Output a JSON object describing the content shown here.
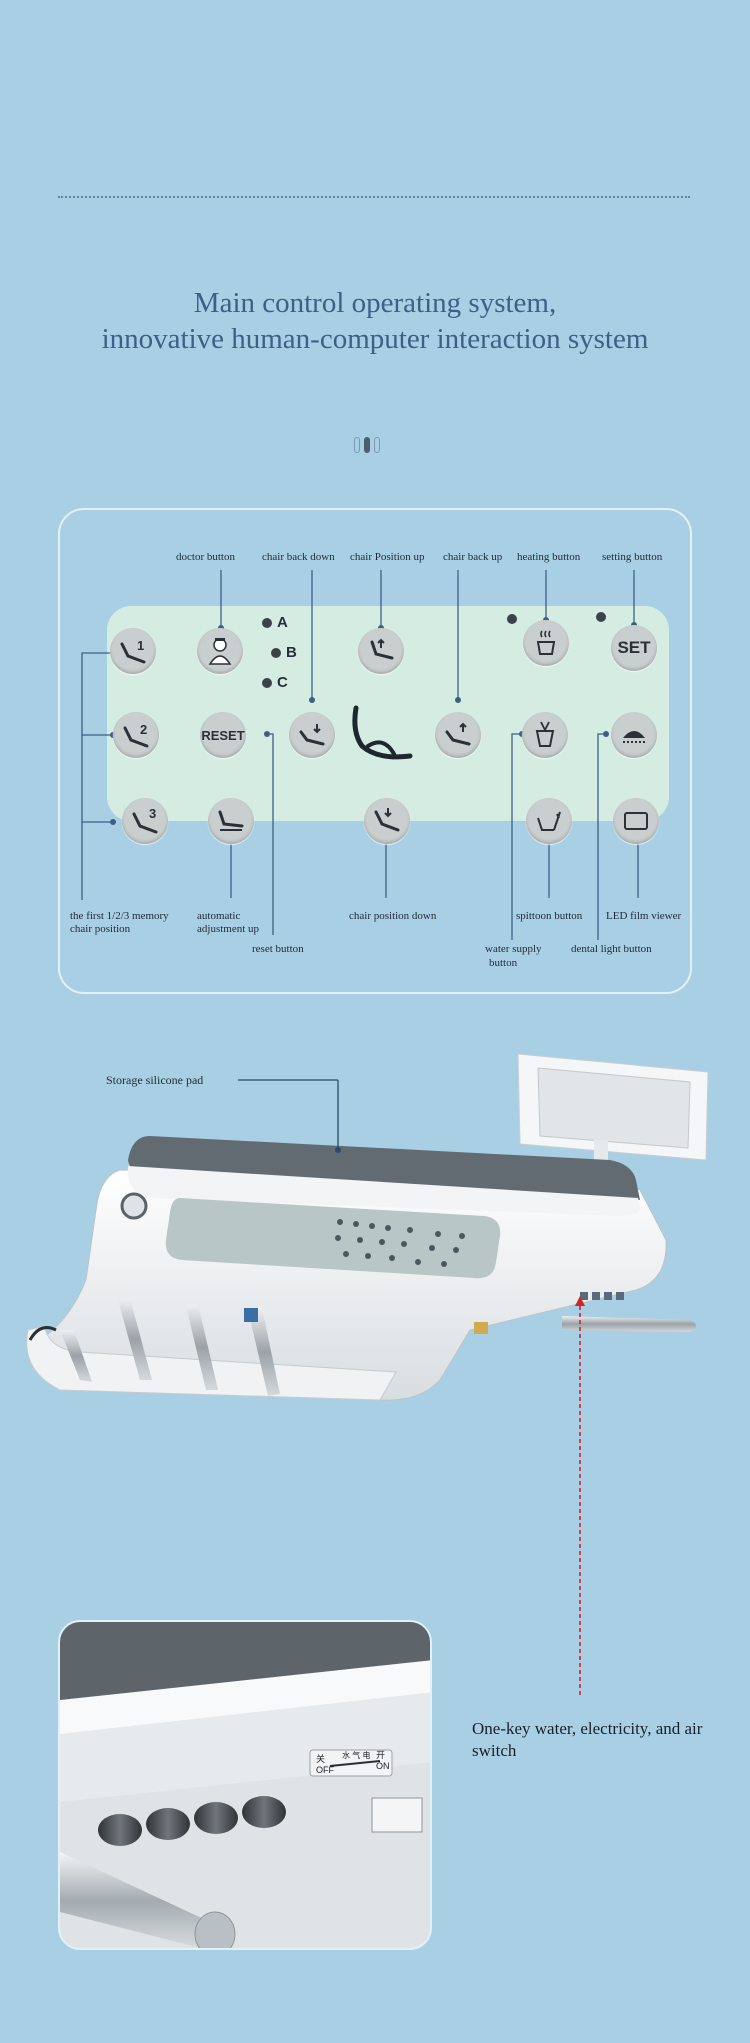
{
  "header": {
    "title_line1": "Main control operating system,",
    "title_line2": "innovative human-computer interaction system"
  },
  "pager": {
    "active_index": 1,
    "count": 3
  },
  "panel": {
    "buttons": {
      "memory1": "1",
      "memory2": "2",
      "memory3": "3",
      "reset": "RESET",
      "set": "SET"
    },
    "presets": [
      "A",
      "B",
      "C"
    ],
    "labels": {
      "doctor": "doctor button",
      "back_down": "chair back down",
      "pos_up": "chair Position up",
      "back_up": "chair back up",
      "heating": "heating button",
      "setting": "setting button",
      "memory_line1": "the first 1/2/3 memory",
      "memory_line2": "chair position",
      "auto_line1": "automatic",
      "auto_line2": "adjustment up",
      "reset": "reset button",
      "pos_down": "chair position down",
      "spittoon": "spittoon button",
      "led": "LED film viewer",
      "water_line1": "water supply",
      "water_line2": "button",
      "dental_light": "dental light button"
    }
  },
  "product": {
    "storage_label": "Storage silicone pad",
    "switch_label": "One-key water, electricity, and air switch",
    "switch_off": "关",
    "switch_off_en": "OFF",
    "switch_mid": "水 气 电",
    "switch_on": "开",
    "switch_on_en": "ON"
  },
  "colors": {
    "background": "#a9cfe5",
    "title": "#3e5f86",
    "panel_pad": "#d5ece3",
    "leader": "#3d5f85",
    "red_leader": "#d0262b"
  },
  "icons": [
    "doctor-icon",
    "chair-back-down-icon",
    "chair-up-icon",
    "heating-icon",
    "dental-light-icon",
    "chair-logo-icon",
    "spittoon-icon",
    "led-viewer-icon",
    "water-cup-icon"
  ]
}
